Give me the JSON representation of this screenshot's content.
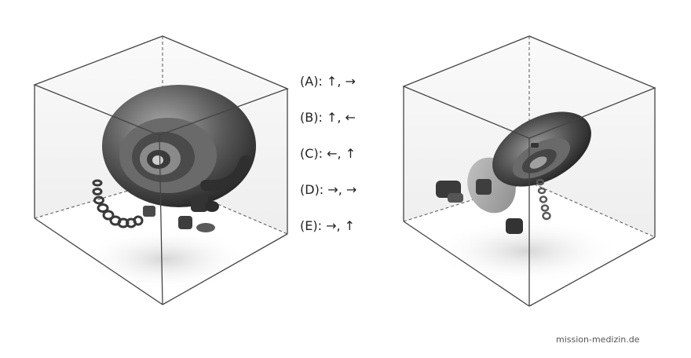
{
  "puzzle": {
    "options": [
      {
        "label": "(A): ↑, →"
      },
      {
        "label": "(B): ↑, ←"
      },
      {
        "label": "(C): ←, ↑"
      },
      {
        "label": "(D): →, →"
      },
      {
        "label": "(E): →, ↑"
      }
    ]
  },
  "footer": {
    "credit": "mission-medizin.de"
  },
  "colors": {
    "edge": "#444444",
    "shadow": "#dcdcdc",
    "object_dark": "#3a3a3a",
    "object_light": "#b8b8b8",
    "text": "#222222"
  }
}
